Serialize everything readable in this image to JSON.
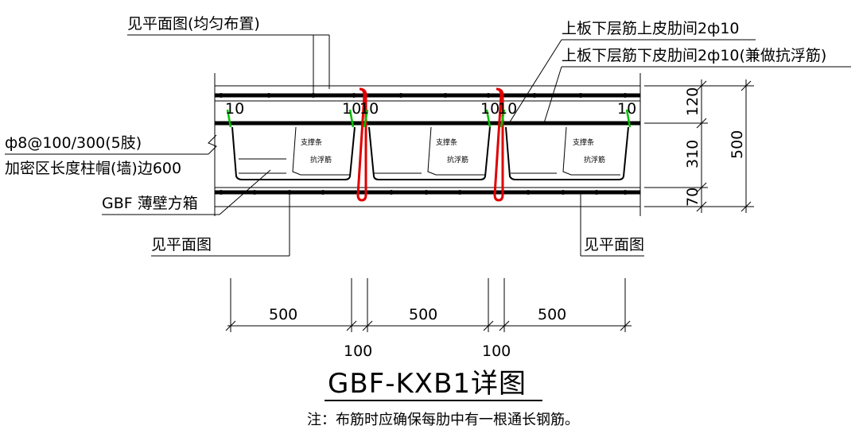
{
  "drawing": {
    "title": "GBF-KXB1详图",
    "note": "注：布筋时应确保每肋中有一根通长钢筋。"
  },
  "labels": {
    "see_plan_uniform": "见平面图(均匀布置)",
    "top_rebar_upper": "上板下层筋上皮肋间2ф10",
    "top_rebar_lower": "上板下层筋下皮肋间2ф10(兼做抗浮筋)",
    "stirrup": "ф8@100/300(5肢)",
    "densify_zone": "加密区长度柱帽(墙)边600",
    "gbf_box": "GBF 薄壁方箱",
    "see_plan_left": "见平面图",
    "see_plan_right": "见平面图",
    "support_1": "支撑条",
    "support_2": "支撑条",
    "support_3": "支撑条",
    "anti_float_1": "抗浮筋",
    "anti_float_2": "抗浮筋",
    "anti_float_3": "抗浮筋",
    "edge_a": "10",
    "edge_b": "10",
    "edge_c": "10",
    "edge_d": "10",
    "edge_e": "10",
    "edge_f": "10"
  },
  "dimensions": {
    "top_thickness": "120",
    "box_height": "310",
    "bottom_thickness": "70",
    "total_height": "500",
    "box_width_1": "500",
    "box_width_2": "500",
    "box_width_3": "500",
    "rib_width_1": "100",
    "rib_width_2": "100"
  },
  "colors": {
    "line": "#000000",
    "rib_rebar": "#e00000",
    "tie_hook": "#00c000"
  }
}
